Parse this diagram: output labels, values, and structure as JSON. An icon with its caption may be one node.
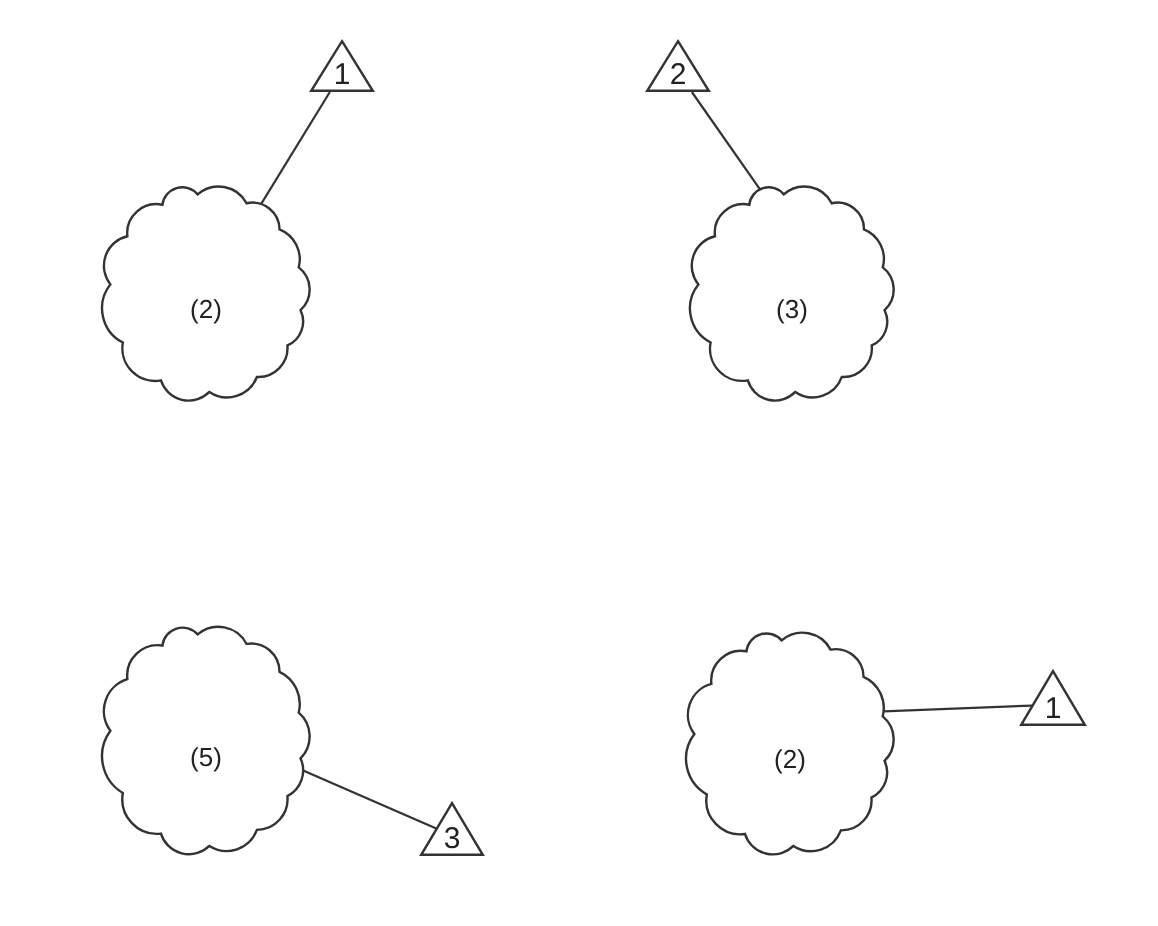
{
  "diagram": {
    "nodes": [
      {
        "text": [
          "1"
        ]
      },
      {
        "text": [
          "(2)"
        ]
      },
      {
        "text": [
          "2"
        ]
      },
      {
        "text": [
          "(3)"
        ]
      },
      {
        "text": [
          "(5)"
        ]
      },
      {
        "text": [
          "3"
        ]
      },
      {
        "text": [
          "(2)"
        ]
      },
      {
        "text": [
          "1"
        ]
      }
    ],
    "edges": [
      {
        "from": 0,
        "to": 1,
        "arrow": "none"
      },
      {
        "from": 2,
        "to": 3,
        "arrow": "none"
      },
      {
        "from": 4,
        "to": 5,
        "arrow": "none"
      },
      {
        "from": 6,
        "to": 7,
        "arrow": "none"
      }
    ]
  }
}
